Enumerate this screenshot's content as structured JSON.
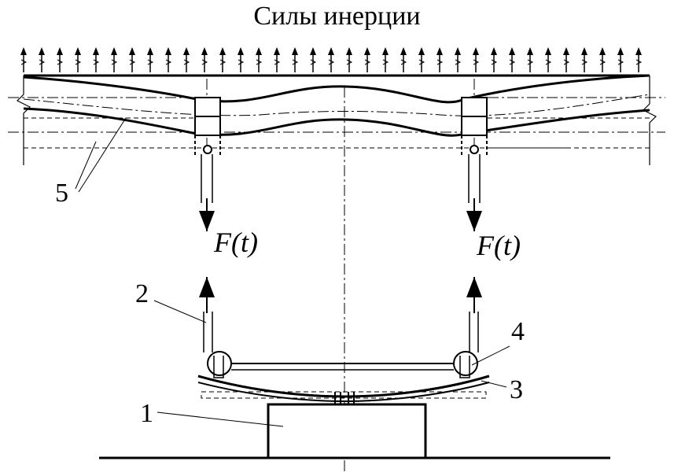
{
  "title": "Силы инерции",
  "force_left": "F(t)",
  "force_right": "F(t)",
  "labels": {
    "one": "1",
    "two": "2",
    "three": "3",
    "four": "4",
    "five": "5"
  },
  "colors": {
    "ink": "#000000",
    "background": "#ffffff"
  }
}
